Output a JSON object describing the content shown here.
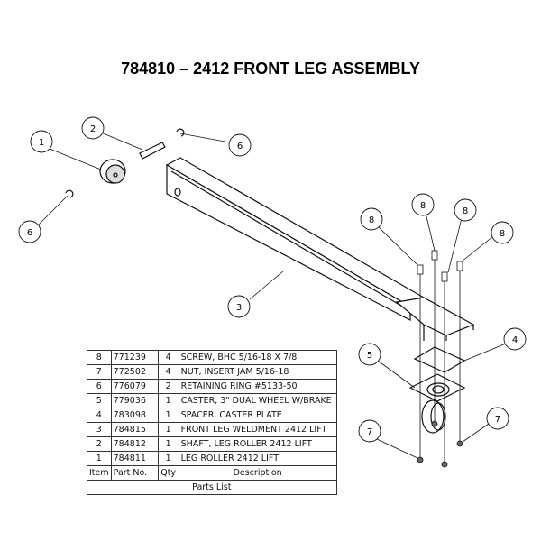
{
  "title": "784810 – 2412 FRONT LEG ASSEMBLY",
  "parts_list": {
    "caption": "Parts List",
    "headers": {
      "item": "Item",
      "part": "Part No.",
      "qty": "Qty",
      "desc": "Description"
    },
    "rows": [
      {
        "item": "8",
        "part": "771239",
        "qty": "4",
        "desc": "SCREW, BHC 5/16-18 X 7/8"
      },
      {
        "item": "7",
        "part": "772502",
        "qty": "4",
        "desc": "NUT, INSERT JAM 5/16-18"
      },
      {
        "item": "6",
        "part": "776079",
        "qty": "2",
        "desc": "RETAINING RING #5133-50"
      },
      {
        "item": "5",
        "part": "779036",
        "qty": "1",
        "desc": "CASTER, 3\" DUAL WHEEL W/BRAKE"
      },
      {
        "item": "4",
        "part": "783098",
        "qty": "1",
        "desc": "SPACER, CASTER PLATE"
      },
      {
        "item": "3",
        "part": "784815",
        "qty": "1",
        "desc": "FRONT LEG WELDMENT 2412 LIFT"
      },
      {
        "item": "2",
        "part": "784812",
        "qty": "1",
        "desc": "SHAFT, LEG ROLLER 2412 LIFT"
      },
      {
        "item": "1",
        "part": "784811",
        "qty": "1",
        "desc": "LEG ROLLER 2412 LIFT"
      }
    ]
  },
  "balloons": [
    "1",
    "2",
    "6",
    "6",
    "3",
    "8",
    "8",
    "8",
    "8",
    "4",
    "5",
    "7",
    "7"
  ]
}
